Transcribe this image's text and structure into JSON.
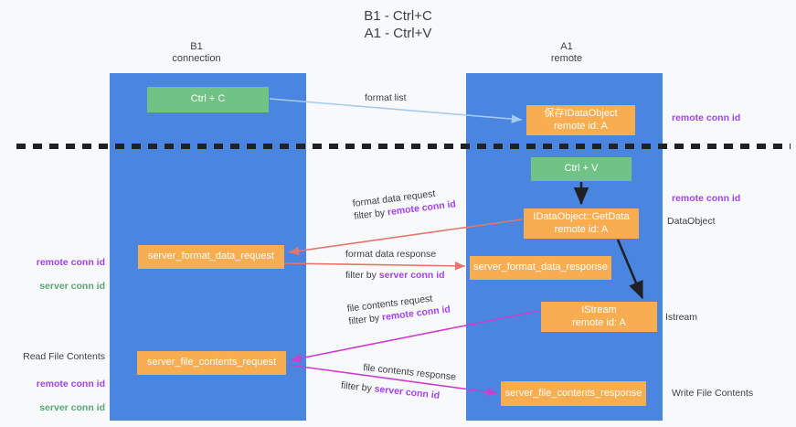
{
  "title": "B1 - Ctrl+C\nA1 - Ctrl+V",
  "columns": {
    "left": {
      "name": "B1",
      "role": "connection",
      "header": "B1\nconnection"
    },
    "right": {
      "name": "A1",
      "role": "remote",
      "header": "A1\nremote"
    }
  },
  "boxes": {
    "ctrl_c": "Ctrl + C",
    "idataobject": "保存IDataObject\nremote id: A",
    "ctrl_v": "Ctrl + V",
    "getdata": "IDataObject::GetData\nremote id: A",
    "server_format_data_request": "server_format_data_request",
    "server_format_data_response": "server_format_data_response",
    "istream": "IStream\nremote id: A",
    "server_file_contents_request": "server_file_contents_request",
    "server_file_contents_response": "server_file_contents_response"
  },
  "flows": {
    "format_list": "format list",
    "format_data_request": {
      "line1": "format data request",
      "line2_prefix": "filter by ",
      "line2_highlight": "remote conn id"
    },
    "format_data_response": {
      "line1": "format data response",
      "line2_prefix": "filter by ",
      "line2_highlight": "server conn id"
    },
    "file_contents_request": {
      "line1": "file contents request",
      "line2_prefix": "filter by ",
      "line2_highlight": "remote conn id"
    },
    "file_contents_response": {
      "line1": "file contents response",
      "line2_prefix": "filter by ",
      "line2_highlight": "server conn id"
    }
  },
  "side_labels": {
    "right_remote_conn_id_top": "remote conn id",
    "right_remote_conn_id_mid": "remote conn id",
    "right_dataobject": "DataObject",
    "right_istream": "Istream",
    "right_write_file_contents": "Write File Contents",
    "left_remote_conn_id": "remote conn id",
    "left_server_conn_id": "server conn id",
    "left_read_file_contents": "Read File Contents",
    "left_remote_conn_id_2": "remote conn id",
    "left_server_conn_id_2": "server conn id"
  },
  "colors": {
    "background": "#f8f9fa",
    "lane": "#4a86e0",
    "box_green": "#71c285",
    "box_orange": "#f9ad51",
    "text_dark": "#3c4043",
    "accent_magenta": "#a142f4",
    "accent_green": "#57a773",
    "arrow_blue": "#a6cbf0",
    "arrow_red": "#e8736a",
    "arrow_black": "#202124",
    "arrow_magenta": "#cc3fcc",
    "divider_dashed": "#202124"
  }
}
